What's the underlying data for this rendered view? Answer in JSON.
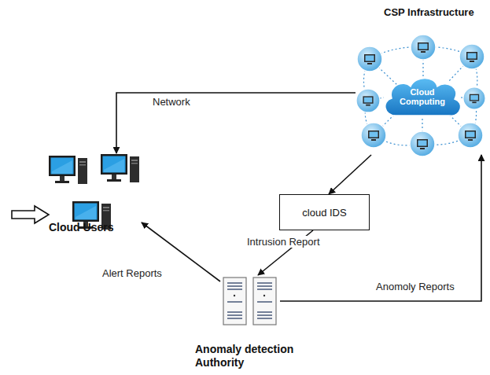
{
  "diagram": {
    "nodes": [
      {
        "text": [
          "CSP Infrastructure"
        ]
      },
      {
        "text": [
          "Cloud Computing"
        ],
        "in": 0
      },
      {
        "text": [
          "Cloud Users"
        ]
      },
      {
        "text": [
          "cloud IDS"
        ]
      },
      {
        "text": [
          "Anomaly detection Authority"
        ]
      }
    ],
    "edges": [
      {
        "from": 0,
        "to": 2,
        "label": "Network",
        "arrow": "to"
      },
      {
        "from": 0,
        "to": 3,
        "arrow": "to"
      },
      {
        "from": 3,
        "to": 4,
        "label": "Intrusion Report",
        "arrow": "to"
      },
      {
        "from": 4,
        "to": 2,
        "label": "Alert Reports",
        "arrow": "to"
      },
      {
        "from": 4,
        "to": 0,
        "label": "Anomoly Reports",
        "arrow": "to"
      }
    ]
  }
}
